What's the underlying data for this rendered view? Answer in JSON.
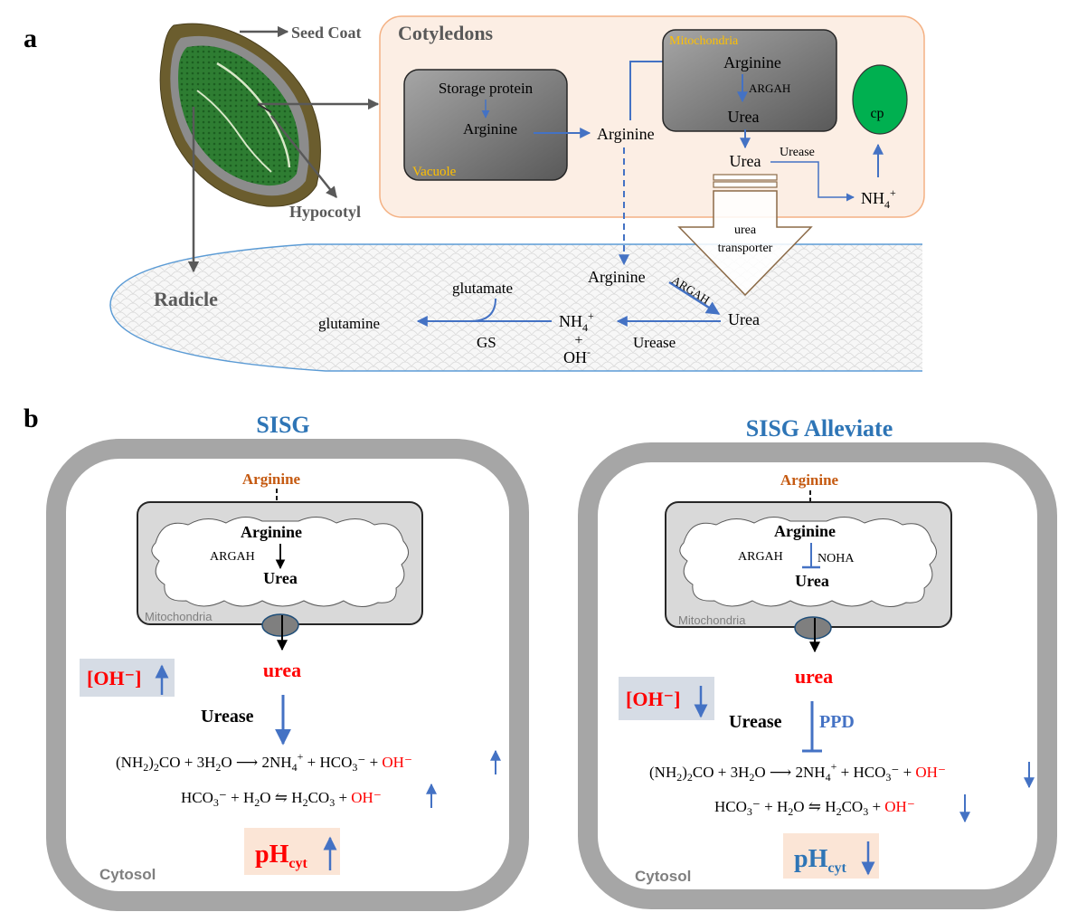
{
  "panel_a": {
    "label": "a",
    "seed_coat": "Seed Coat",
    "hypocotyl": "Hypocotyl",
    "cotyledons": "Cotyledons",
    "radicle": "Radicle",
    "vacuole": "Vacuole",
    "storage_protein": "Storage protein",
    "vac_arginine": "Arginine",
    "arginine_mid": "Arginine",
    "mitochondria": "Mitochondria",
    "mito_arginine": "Arginine",
    "mito_argah": "ARGAH",
    "mito_urea": "Urea",
    "urea_out": "Urea",
    "urease_top": "Urease",
    "cp": "cp",
    "nh4_top": "NH",
    "nh4_top_sub": "4",
    "nh4_top_sup": "+",
    "urea_word": "urea",
    "transporter_word": "transporter",
    "radicle_arginine": "Arginine",
    "radicle_argah": "ARGAH",
    "radicle_urea": "Urea",
    "radicle_urease": "Urease",
    "radicle_nh4": "NH",
    "radicle_nh4_sub": "4",
    "radicle_nh4_sup": "+",
    "plus": "+",
    "oh": "OH",
    "oh_sup": "-",
    "glutamate": "glutamate",
    "glutamine": "glutamine",
    "gs": "GS"
  },
  "panel_b": {
    "label": "b",
    "left": {
      "title": "SISG",
      "arginine_outer": "Arginine",
      "mito_arginine": "Arginine",
      "argah": "ARGAH",
      "mito_urea": "Urea",
      "mitochondria": "Mitochondria",
      "urea": "urea",
      "urease": "Urease",
      "oh_box": "[OH⁻]",
      "eq1_a": "(NH",
      "eq1_b": "2",
      "eq1_c": ")",
      "eq1_d": "2",
      "eq1_e": "CO + 3H",
      "eq1_f": "2",
      "eq1_g": "O ⟶ 2NH",
      "eq1_h": "4",
      "eq1_i": "+",
      "eq1_j": " + HCO",
      "eq1_k": "3",
      "eq1_l": "⁻ + ",
      "eq1_oh": "OH⁻",
      "eq2_a": "HCO",
      "eq2_b": "3",
      "eq2_c": "⁻ + H",
      "eq2_d": "2",
      "eq2_e": "O ⇋ H",
      "eq2_f": "2",
      "eq2_g": "CO",
      "eq2_h": "3",
      "eq2_i": " + ",
      "eq2_oh": "OH⁻",
      "ph": "pH",
      "ph_sub": "cyt",
      "cytosol": "Cytosol"
    },
    "right": {
      "title": "SISG Alleviate",
      "arginine_outer": "Arginine",
      "mito_arginine": "Arginine",
      "argah": "ARGAH",
      "noha": "NOHA",
      "mito_urea": "Urea",
      "mitochondria": "Mitochondria",
      "urea": "urea",
      "urease": "Urease",
      "ppd": "PPD",
      "oh_box": "[OH⁻]",
      "eq1_a": "(NH",
      "eq1_b": "2",
      "eq1_c": ")",
      "eq1_d": "2",
      "eq1_e": "CO + 3H",
      "eq1_f": "2",
      "eq1_g": "O ⟶ 2NH",
      "eq1_h": "4",
      "eq1_i": "+",
      "eq1_j": " + HCO",
      "eq1_k": "3",
      "eq1_l": "⁻ + ",
      "eq1_oh": "OH⁻",
      "eq2_a": "HCO",
      "eq2_b": "3",
      "eq2_c": "⁻ + H",
      "eq2_d": "2",
      "eq2_e": "O ⇋ H",
      "eq2_f": "2",
      "eq2_g": "CO",
      "eq2_h": "3",
      "eq2_i": " + ",
      "eq2_oh": "OH⁻",
      "ph": "pH",
      "ph_sub": "cyt",
      "cytosol": "Cytosol"
    }
  },
  "colors": {
    "arrow_blue": "#4472C4",
    "title_blue": "#2E75B6",
    "red": "#FF0000",
    "orange_text": "#C55A11",
    "mito_label_yellow": "#FFC000",
    "cotyledon_fill": "#FCEEE4",
    "cotyledon_border": "#F4B183",
    "cell_wall_gray": "#A6A6A6",
    "oh_box_fill": "#D6DCE5",
    "ph_box_fill": "#FBE5D6",
    "cp_green": "#00B050"
  }
}
